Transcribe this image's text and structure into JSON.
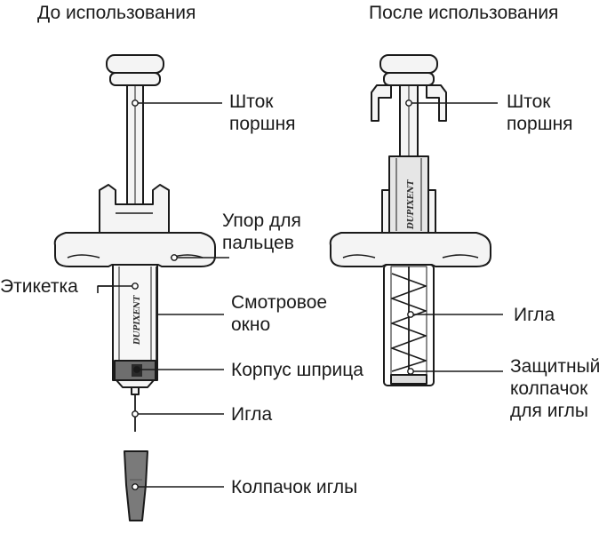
{
  "headings": {
    "before": "До использования",
    "after": "После использования"
  },
  "brand_text": "DUPIXENT",
  "labels_before": {
    "plunger_rod": [
      "Шток",
      "поршня"
    ],
    "finger_grip": [
      "Упор для",
      "пальцев"
    ],
    "label": "Этикетка",
    "view_window": [
      "Смотровое",
      "окно"
    ],
    "syringe_body": "Корпус шприца",
    "needle": "Игла",
    "needle_cap": "Колпачок иглы"
  },
  "labels_after": {
    "plunger_rod": [
      "Шток",
      "поршня"
    ],
    "needle": "Игла",
    "needle_guard": [
      "Защитный",
      "колпачок",
      "для иглы"
    ]
  },
  "colors": {
    "line": "#1a1a1a",
    "fill_light": "#f4f4f4",
    "fill_mid": "#dcdcdc",
    "fill_dark": "#6e6e6e",
    "cap": "#7a7a7a"
  }
}
